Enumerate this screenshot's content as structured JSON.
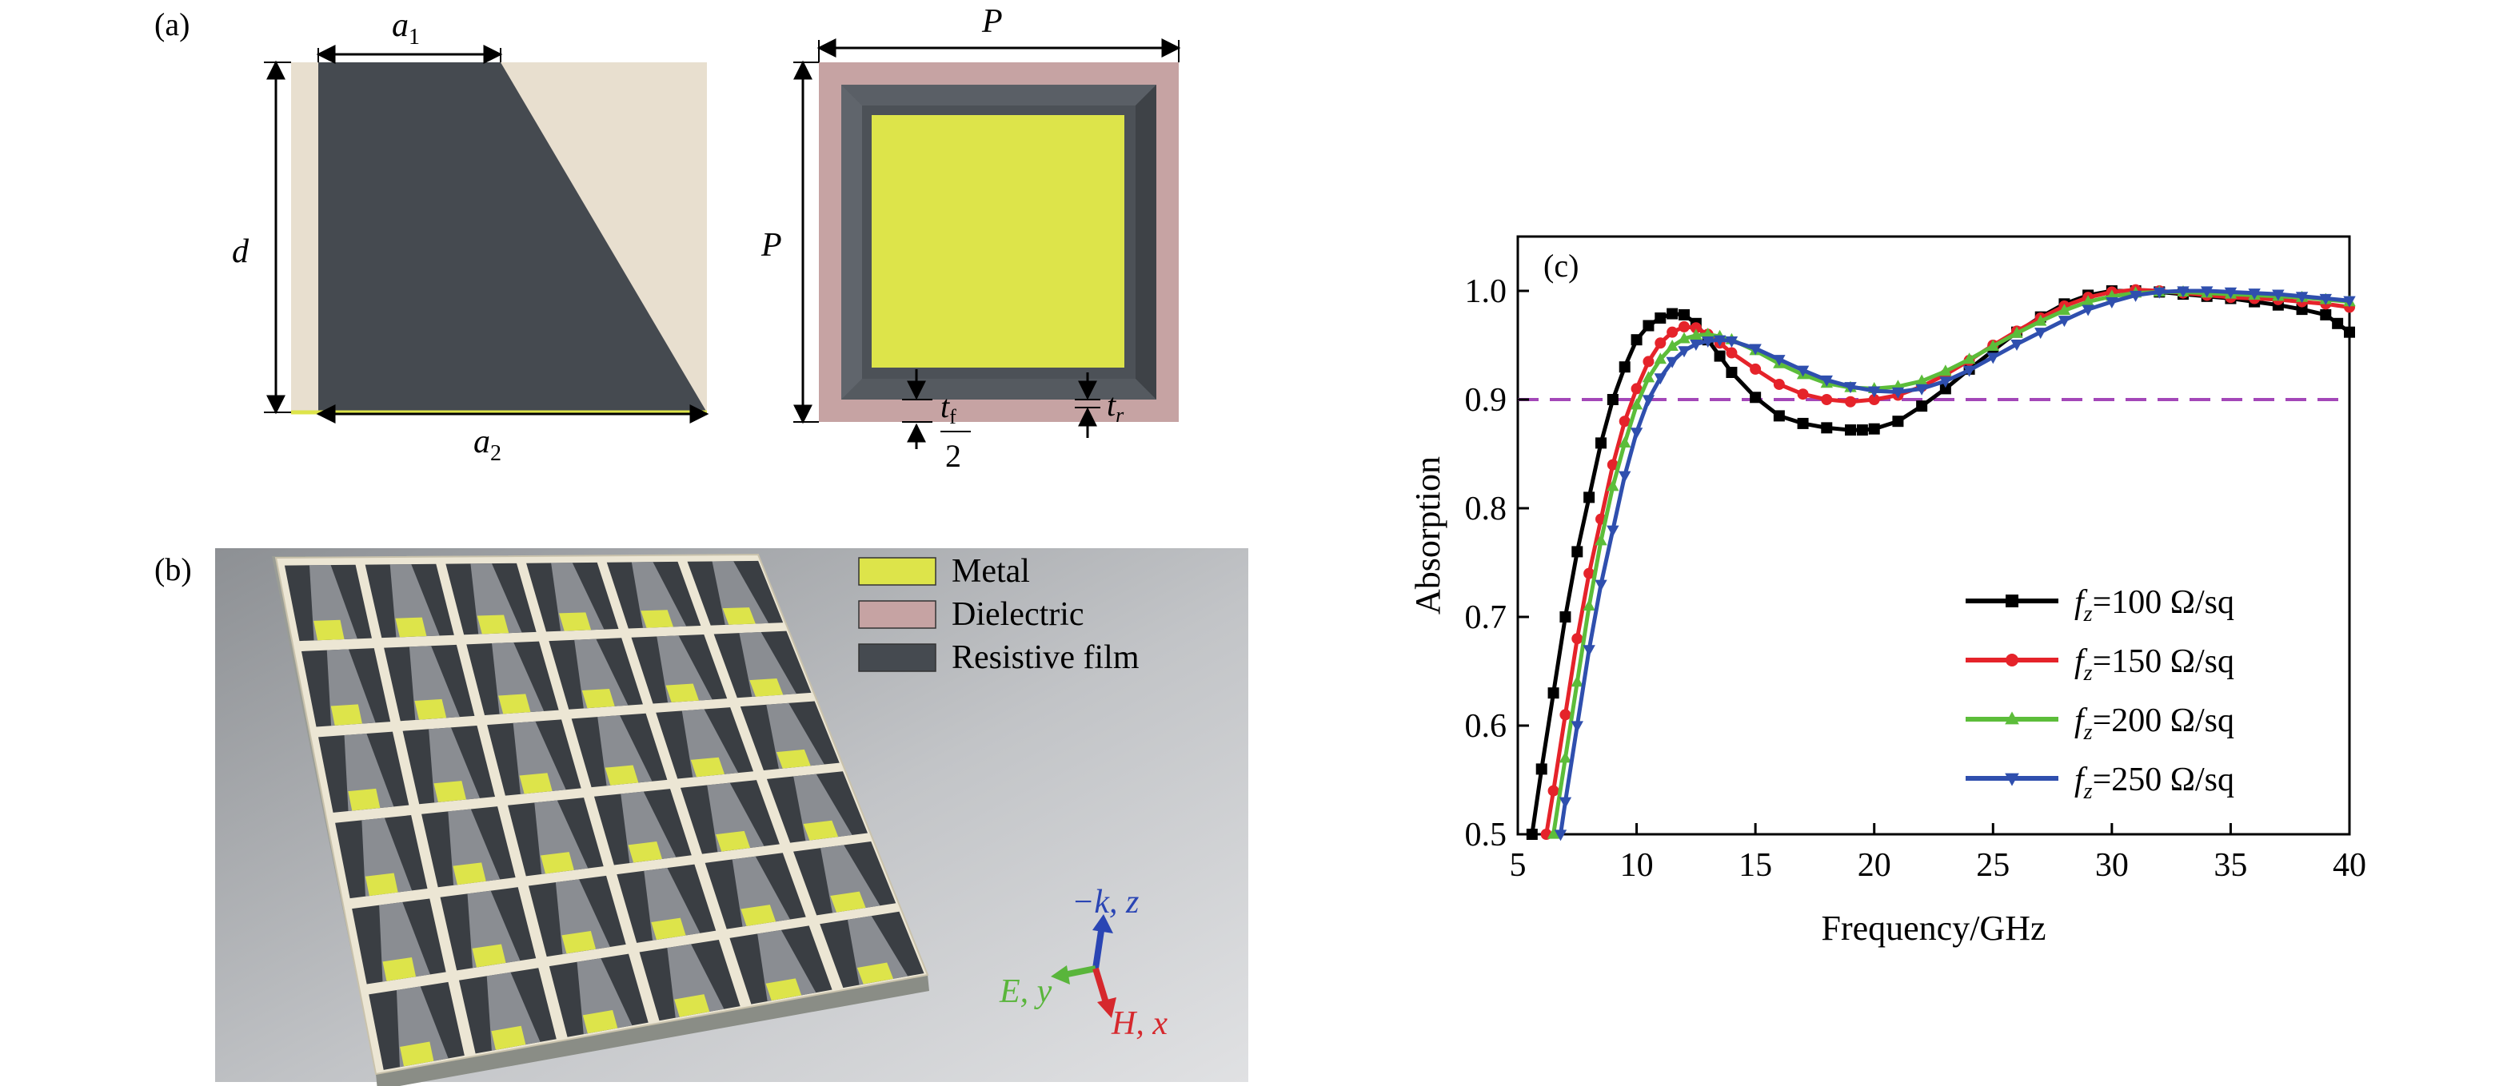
{
  "panel_a": {
    "label": "(a)",
    "side_view": {
      "a1": [
        "a",
        "1"
      ],
      "a2": [
        "a",
        "2"
      ],
      "d": "d"
    },
    "top_view": {
      "P_top": "P",
      "P_left": "P",
      "tf": [
        "t",
        "f"
      ],
      "tf_den": "2",
      "tr": [
        "t",
        "r"
      ]
    }
  },
  "panel_b": {
    "label": "(b)",
    "legend": [
      {
        "label": "Metal",
        "color": "#dde44a"
      },
      {
        "label": "Dielectric",
        "color": "#c6a3a3"
      },
      {
        "label": "Resistive film",
        "color": "#454a50"
      }
    ],
    "axes": {
      "k": {
        "label": "−k, z",
        "color": "#2a45b4"
      },
      "e": {
        "label": "E, y",
        "color": "#59b53b"
      },
      "h": {
        "label": "H, x",
        "color": "#d6282d"
      }
    }
  },
  "panel_c_label": "(c)",
  "chart_data": {
    "type": "line",
    "xlabel": "Frequency/GHz",
    "ylabel": "Absorption",
    "xlim": [
      5,
      40
    ],
    "ylim": [
      0.5,
      1.05
    ],
    "xticks": [
      "5",
      "10",
      "15",
      "20",
      "25",
      "30",
      "35",
      "40"
    ],
    "yticks": [
      "0.5",
      "0.6",
      "0.7",
      "0.8",
      "0.9",
      "1.0"
    ],
    "reference_line": {
      "y": 0.9,
      "color": "#a347b8",
      "style": "dashed"
    },
    "legend_position": "lower-right",
    "series": [
      {
        "name": "=100 Ω/sq",
        "prefix": "f",
        "sub": "z",
        "color": "#000000",
        "marker": "square",
        "x": [
          5.6,
          6,
          6.5,
          7,
          7.5,
          8,
          8.5,
          9,
          9.5,
          10,
          10.5,
          11,
          11.5,
          12,
          12.5,
          13,
          13.5,
          14,
          15,
          16,
          17,
          18,
          19,
          19.5,
          20,
          21,
          22,
          23,
          24,
          25,
          26,
          27,
          28,
          29,
          30,
          31,
          32,
          33,
          34,
          35,
          36,
          37,
          38,
          39,
          39.5,
          40
        ],
        "y": [
          0.5,
          0.56,
          0.63,
          0.7,
          0.76,
          0.81,
          0.86,
          0.9,
          0.93,
          0.955,
          0.968,
          0.975,
          0.979,
          0.978,
          0.97,
          0.955,
          0.94,
          0.925,
          0.902,
          0.885,
          0.878,
          0.874,
          0.872,
          0.872,
          0.873,
          0.88,
          0.894,
          0.91,
          0.928,
          0.945,
          0.962,
          0.976,
          0.988,
          0.996,
          1.0,
          1.0,
          0.999,
          0.997,
          0.995,
          0.993,
          0.99,
          0.987,
          0.983,
          0.978,
          0.97,
          0.962
        ]
      },
      {
        "name": "=150 Ω/sq",
        "prefix": "f",
        "sub": "z",
        "color": "#e5232a",
        "marker": "circle",
        "x": [
          6.2,
          6.5,
          7,
          7.5,
          8,
          8.5,
          9,
          9.5,
          10,
          10.5,
          11,
          11.5,
          12,
          12.5,
          13,
          13.5,
          14,
          15,
          16,
          17,
          18,
          19,
          20,
          21,
          22,
          23,
          24,
          25,
          26,
          27,
          28,
          29,
          30,
          31,
          32,
          33,
          34,
          35,
          36,
          37,
          38,
          39,
          40
        ],
        "y": [
          0.5,
          0.54,
          0.61,
          0.68,
          0.74,
          0.79,
          0.84,
          0.88,
          0.91,
          0.935,
          0.952,
          0.962,
          0.967,
          0.966,
          0.96,
          0.952,
          0.943,
          0.928,
          0.914,
          0.905,
          0.9,
          0.898,
          0.9,
          0.904,
          0.912,
          0.923,
          0.936,
          0.95,
          0.963,
          0.975,
          0.986,
          0.994,
          0.999,
          1.001,
          1.0,
          0.998,
          0.996,
          0.994,
          0.993,
          0.992,
          0.99,
          0.988,
          0.985
        ]
      },
      {
        "name": "=200 Ω/sq",
        "prefix": "f",
        "sub": "z",
        "color": "#5cbd3a",
        "marker": "triangle-up",
        "x": [
          6.5,
          7,
          7.5,
          8,
          8.5,
          9,
          9.5,
          10,
          10.5,
          11,
          11.5,
          12,
          12.5,
          13,
          13.5,
          14,
          15,
          16,
          17,
          18,
          19,
          20,
          21,
          22,
          23,
          24,
          25,
          26,
          27,
          28,
          29,
          30,
          31,
          32,
          33,
          34,
          35,
          36,
          37,
          38,
          39,
          40
        ],
        "y": [
          0.5,
          0.57,
          0.64,
          0.71,
          0.77,
          0.82,
          0.86,
          0.895,
          0.92,
          0.937,
          0.949,
          0.956,
          0.959,
          0.96,
          0.958,
          0.955,
          0.945,
          0.933,
          0.923,
          0.915,
          0.911,
          0.91,
          0.912,
          0.917,
          0.926,
          0.937,
          0.949,
          0.961,
          0.972,
          0.982,
          0.99,
          0.995,
          0.998,
          0.999,
          0.999,
          0.998,
          0.997,
          0.996,
          0.995,
          0.994,
          0.992,
          0.99
        ]
      },
      {
        "name": "=250 Ω/sq",
        "prefix": "f",
        "sub": "z",
        "color": "#2f4fae",
        "marker": "triangle-down",
        "x": [
          6.8,
          7,
          7.5,
          8,
          8.5,
          9,
          9.5,
          10,
          10.5,
          11,
          11.5,
          12,
          12.5,
          13,
          13.5,
          14,
          15,
          16,
          17,
          18,
          19,
          20,
          21,
          22,
          23,
          24,
          25,
          26,
          27,
          28,
          29,
          30,
          31,
          32,
          33,
          34,
          35,
          36,
          37,
          38,
          39,
          40
        ],
        "y": [
          0.5,
          0.53,
          0.6,
          0.67,
          0.73,
          0.78,
          0.83,
          0.87,
          0.9,
          0.92,
          0.935,
          0.945,
          0.951,
          0.954,
          0.955,
          0.954,
          0.947,
          0.937,
          0.927,
          0.918,
          0.912,
          0.908,
          0.907,
          0.91,
          0.917,
          0.927,
          0.939,
          0.951,
          0.962,
          0.973,
          0.983,
          0.99,
          0.996,
          0.999,
          1.0,
          1.0,
          0.999,
          0.998,
          0.997,
          0.995,
          0.993,
          0.991
        ]
      }
    ]
  }
}
